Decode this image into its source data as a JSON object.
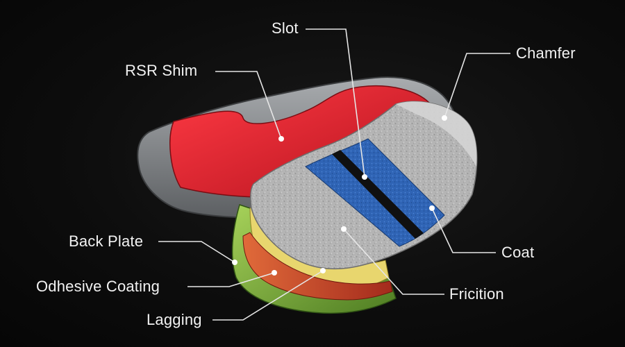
{
  "labels": {
    "slot": "Slot",
    "rsr_shim": "RSR Shim",
    "chamfer": "Chamfer",
    "back_plate": "Back Plate",
    "adhesive_coating": "Odhesive Coating",
    "lagging": "Lagging",
    "coat": "Coat",
    "friction": "Fricition"
  },
  "colors": {
    "background": "#0b0b0b",
    "shim": "#d81e2c",
    "back_plate_metal": "#8a8d90",
    "friction": "#b9b9b9",
    "coat": "#2f64b5",
    "adhesive_layer": "#7fb43c",
    "underlayer": "#e9d46a",
    "lagging": "#c2412a",
    "leader_lines": "#e6e6e6"
  }
}
